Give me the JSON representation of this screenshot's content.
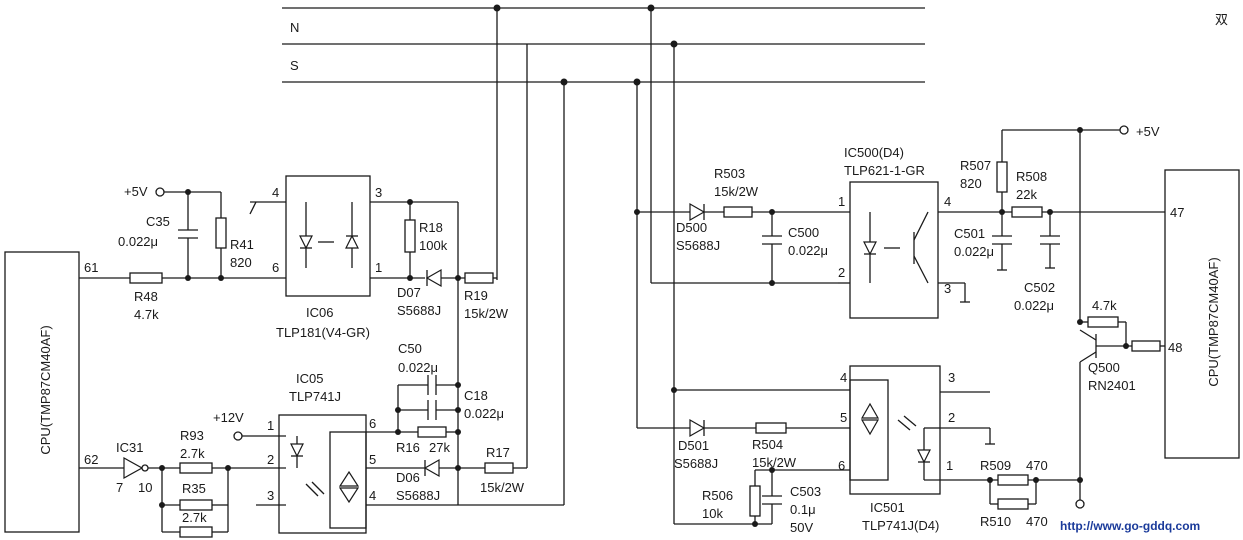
{
  "corner_glyph": "双",
  "bus": {
    "n": "N",
    "s": "S"
  },
  "website": "http://www.go-gddq.com",
  "supplies": {
    "p5v_left": "+5V",
    "p5v_right": "+5V",
    "p12v": "+12V"
  },
  "cpu_left": {
    "label": "CPU(TMP87CM40AF)",
    "pin_61": "61",
    "pin_62": "62"
  },
  "cpu_right": {
    "label": "CPU(TMP87CM40AF)",
    "pin_47": "47",
    "pin_48": "48"
  },
  "ic06": {
    "name": "IC06",
    "part": "TLP181(V4-GR)",
    "pins": [
      "4",
      "3",
      "6",
      "1"
    ]
  },
  "ic05": {
    "name": "IC05",
    "part": "TLP741J",
    "pins": [
      "1",
      "6",
      "2",
      "5",
      "3",
      "4"
    ]
  },
  "ic31": {
    "name": "IC31",
    "pin_in": "7",
    "pin_out": "10"
  },
  "ic500": {
    "name": "IC500(D4)",
    "part": "TLP621-1-GR",
    "pins": [
      "1",
      "4",
      "2",
      "3"
    ]
  },
  "ic501": {
    "name": "IC501",
    "part": "TLP741J(D4)",
    "pins": [
      "4",
      "3",
      "5",
      "2",
      "6",
      "1"
    ]
  },
  "q500": {
    "name": "Q500",
    "part": "RN2401",
    "r": "4.7k"
  },
  "c35": {
    "name": "C35",
    "value": "0.022μ"
  },
  "r41": {
    "name": "R41",
    "value": "820"
  },
  "r48": {
    "name": "R48",
    "value": "4.7k"
  },
  "r18": {
    "name": "R18",
    "value": "100k"
  },
  "d07": {
    "name": "D07",
    "part": "S5688J"
  },
  "r19": {
    "name": "R19",
    "value": "15k/2W"
  },
  "c50": {
    "name": "C50",
    "value": "0.022μ"
  },
  "c18": {
    "name": "C18",
    "value": "0.022μ"
  },
  "r16": {
    "name": "R16",
    "value": "27k"
  },
  "d06": {
    "name": "D06",
    "part": "S5688J"
  },
  "r17": {
    "name": "R17",
    "value": "15k/2W"
  },
  "r93": {
    "name": "R93",
    "value": "2.7k"
  },
  "r35": {
    "name": "R35",
    "value": "2.7k"
  },
  "r503": {
    "name": "R503",
    "value": "15k/2W"
  },
  "d500": {
    "name": "D500",
    "part": "S5688J"
  },
  "c500": {
    "name": "C500",
    "value": "0.022μ"
  },
  "r507": {
    "name": "R507",
    "value": "820"
  },
  "r508": {
    "name": "R508",
    "value": "22k"
  },
  "c501": {
    "name": "C501",
    "value": "0.022μ"
  },
  "c502": {
    "name": "C502",
    "value": "0.022μ"
  },
  "d501": {
    "name": "D501",
    "part": "S5688J"
  },
  "r504": {
    "name": "R504",
    "value": "15k/2W"
  },
  "r506": {
    "name": "R506",
    "value": "10k"
  },
  "c503": {
    "name": "C503",
    "value": "0.1μ",
    "voltage": "50V"
  },
  "r509": {
    "name": "R509",
    "value": "470"
  },
  "r510": {
    "name": "R510",
    "value": "470"
  }
}
